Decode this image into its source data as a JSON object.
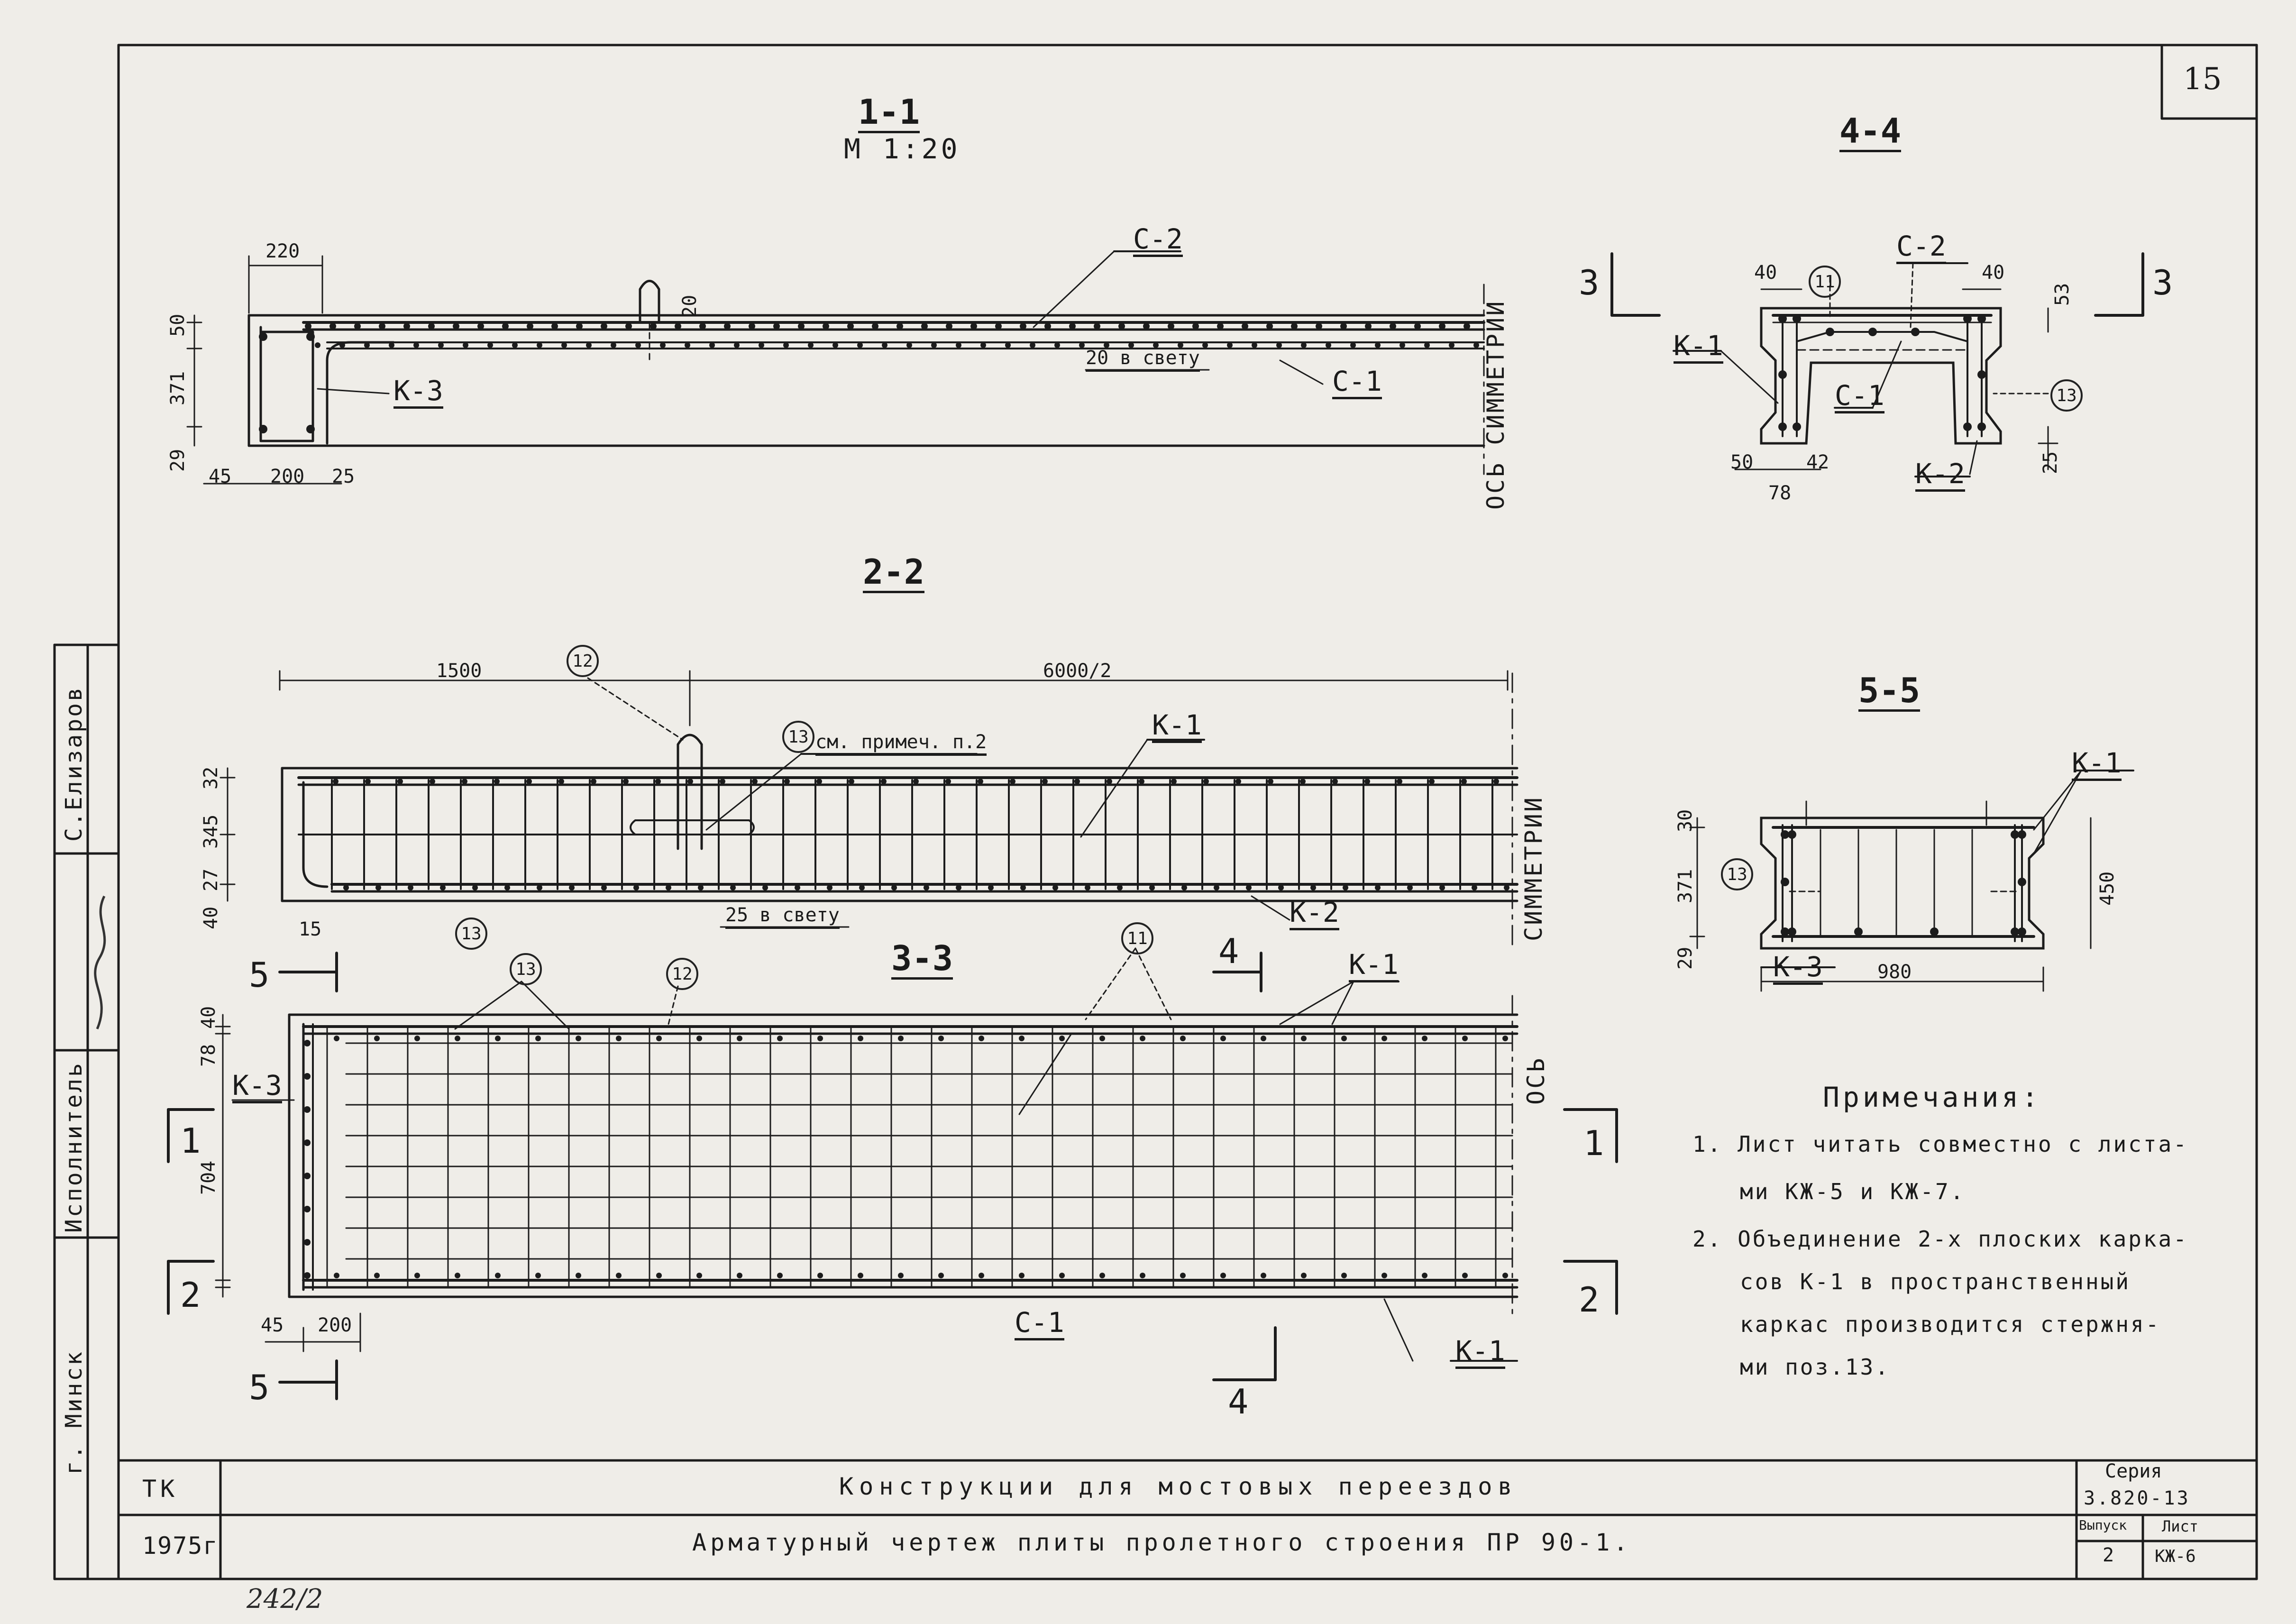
{
  "sheet_number": "15",
  "handwritten_page": "242/2",
  "sections": {
    "s1": {
      "title": "1-1",
      "scale": "М 1:20"
    },
    "s2": {
      "title": "2-2"
    },
    "s3": {
      "title": "3-3"
    },
    "s4": {
      "title": "4-4"
    },
    "s5": {
      "title": "5-5"
    }
  },
  "labels": {
    "c2": "С-2",
    "c1": "С-1",
    "k1": "К-1",
    "k2": "К-2",
    "k3": "К-3",
    "axis_sym": "ОСЬ СИММЕТРИИ",
    "axis": "ОСЬ",
    "symmetry": "СИММЕТРИИ",
    "clear20": "20 в свету",
    "clear25": "25 в свету",
    "see_note": "см. примеч. п.2"
  },
  "positions": {
    "p11": "11",
    "p12": "12",
    "p13": "13"
  },
  "cut_marks": {
    "c1": "1",
    "c2": "2",
    "c3": "3",
    "c4": "4",
    "c5": "5"
  },
  "dims": {
    "s1": {
      "d220": "220",
      "d50": "50",
      "d371": "371",
      "d29": "29",
      "d45": "45",
      "d200": "200",
      "d25": "25",
      "d20": "20"
    },
    "s2": {
      "d1500": "1500",
      "d6000": "6000/2",
      "d32": "32",
      "d345": "345",
      "d27": "27",
      "d40": "40",
      "d15": "15"
    },
    "s3": {
      "d40": "40",
      "d78": "78",
      "d704": "704",
      "d45": "45",
      "d200": "200"
    },
    "s4": {
      "d40a": "40",
      "d40b": "40",
      "d53": "53",
      "d50": "50",
      "d42": "42",
      "d78": "78",
      "d25": "25"
    },
    "s5": {
      "d30": "30",
      "d371": "371",
      "d29": "29",
      "d450": "450",
      "d980": "980"
    }
  },
  "notes": {
    "title": "Примечания:",
    "items": [
      {
        "line1": "1. Лист читать совместно с листа-",
        "line2": "ми КЖ-5 и КЖ-7."
      },
      {
        "line1": "2. Объединение 2-х плоских карка-",
        "line2": "сов К-1 в пространственный",
        "line3": "каркас производится стержня-",
        "line4": "ми поз.13."
      }
    ]
  },
  "side_stamp": {
    "name": "С.Елизаров",
    "role": "Исполнитель",
    "city": "г. Минск"
  },
  "title_block": {
    "org": "ТК",
    "year": "1975г",
    "title": "Конструкции для мостовых переездов",
    "subtitle": "Арматурный чертеж плиты пролетного строения ПР 90-1.",
    "series_label": "Серия",
    "series_value": "3.820-13",
    "issue_label": "Выпуск",
    "issue_value": "2",
    "sheet_label": "Лист",
    "sheet_value": "КЖ-6"
  }
}
